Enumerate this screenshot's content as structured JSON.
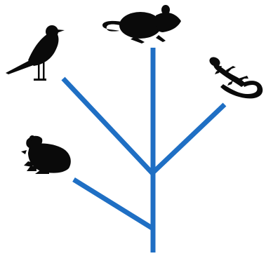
{
  "colors": {
    "branch": "#1f6fc4",
    "silhouette": "#0a0a0a",
    "background": "#ffffff"
  },
  "taxa": [
    {
      "name": "bird",
      "icon": "bird-icon"
    },
    {
      "name": "mouse",
      "icon": "mouse-icon"
    },
    {
      "name": "lizard",
      "icon": "lizard-icon"
    },
    {
      "name": "frog",
      "icon": "frog-icon"
    }
  ]
}
